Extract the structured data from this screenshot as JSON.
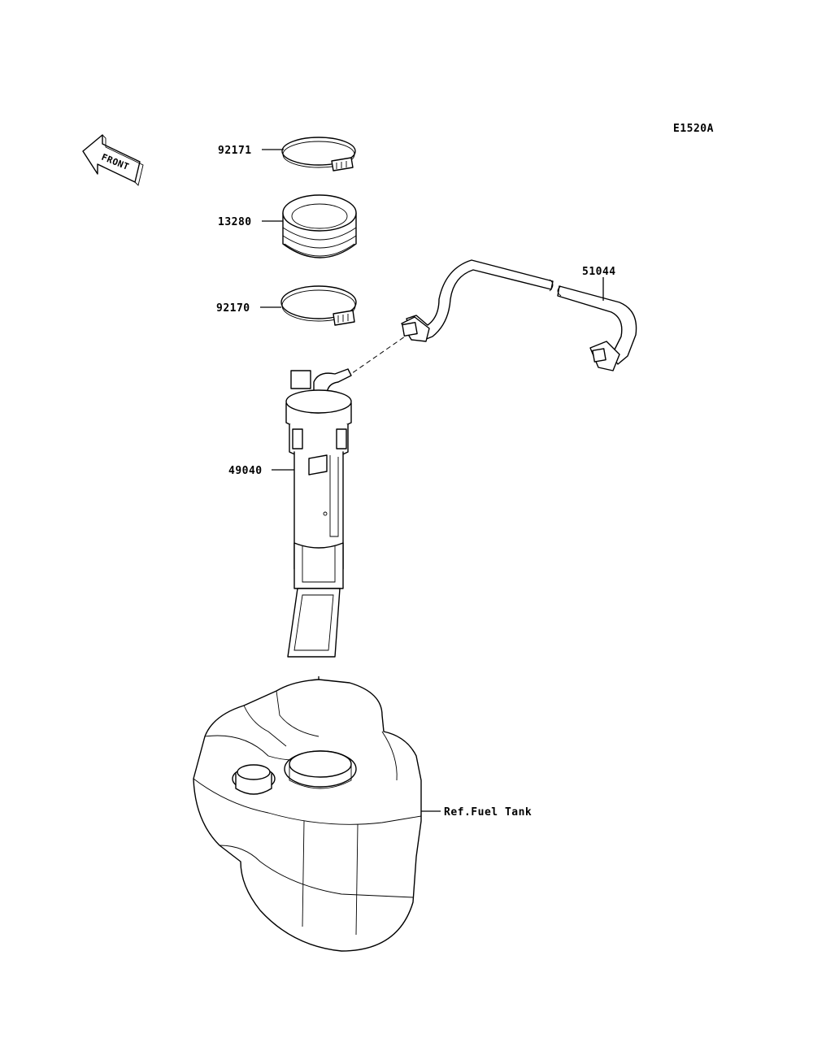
{
  "diagram": {
    "code": "E1520A",
    "front_arrow_label": "FRONT",
    "colors": {
      "line": "#000000",
      "background": "#ffffff"
    },
    "parts": [
      {
        "number": "92171"
      },
      {
        "number": "13280"
      },
      {
        "number": "92170"
      },
      {
        "number": "51044"
      },
      {
        "number": "49040"
      }
    ],
    "reference": "Ref.Fuel Tank"
  }
}
